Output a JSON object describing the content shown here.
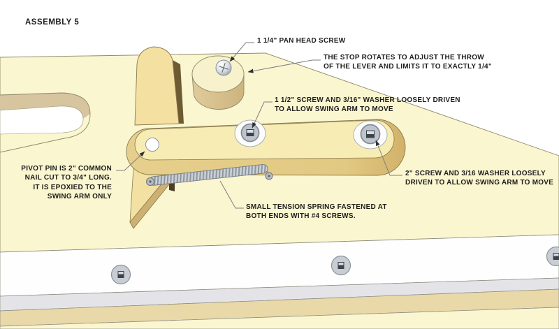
{
  "title": "ASSEMBLY 5",
  "colors": {
    "background": "#FFFFFF",
    "wood_light": "#FAF6D0",
    "wood_top_arm": "#F7EDB4",
    "wood_mid": "#E3CB85",
    "wood_lever": "#F4E1A2",
    "wood_dark": "#6E5A33",
    "wood_tan_wall": "#D6C59E",
    "cylinder_side": "#D7C08D",
    "metal_gray": "#BEC4CD",
    "rail_white": "#FEFEFE",
    "rail_gray": "#E4E4E8",
    "rail_tan": "#E9D8A8",
    "outline": "#8F8968",
    "text": "#1D1D1D",
    "leader": "#7E7E7E"
  },
  "annotations": {
    "pan_head_screw": {
      "lines": [
        "1 1/4\" PAN HEAD SCREW"
      ]
    },
    "stop_rotates": {
      "lines": [
        "THE STOP ROTATES TO ADJUST THE THROW",
        "OF THE LEVER AND LIMITS IT TO EXACTLY 1/4\""
      ]
    },
    "screw_1_5": {
      "lines": [
        "1 1/2\" SCREW AND 3/16\" WASHER LOOSELY DRIVEN",
        "TO ALLOW SWING ARM TO MOVE"
      ]
    },
    "pivot_pin": {
      "lines": [
        "PIVOT PIN IS 2\" COMMON",
        "NAIL CUT TO 3/4\" LONG.",
        "IT IS EPOXIED TO THE",
        "SWING ARM ONLY"
      ]
    },
    "screw_2": {
      "lines": [
        "2\" SCREW AND 3/16 WASHER LOOSELY",
        "DRIVEN TO ALLOW SWING ARM TO MOVE"
      ]
    },
    "tension_spring": {
      "lines": [
        "SMALL TENSION SPRING FASTENED AT",
        "BOTH ENDS WITH #4 SCREWS."
      ]
    }
  }
}
